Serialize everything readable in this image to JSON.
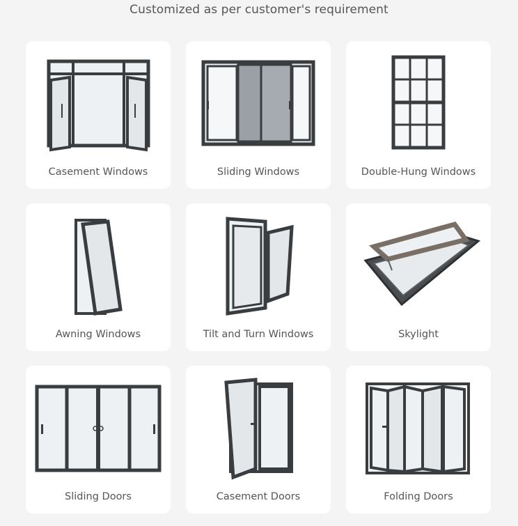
{
  "heading": "Customized as per customer's requirement",
  "products": [
    {
      "name": "Casement Windows",
      "icon": "casement-window-icon"
    },
    {
      "name": "Sliding Windows",
      "icon": "sliding-window-icon"
    },
    {
      "name": "Double-Hung Windows",
      "icon": "double-hung-window-icon"
    },
    {
      "name": "Awning Windows",
      "icon": "awning-window-icon"
    },
    {
      "name": "Tilt and Turn Windows",
      "icon": "tilt-turn-window-icon"
    },
    {
      "name": "Skylight",
      "icon": "skylight-icon"
    },
    {
      "name": "Sliding Doors",
      "icon": "sliding-door-icon"
    },
    {
      "name": "Casement Doors",
      "icon": "casement-door-icon"
    },
    {
      "name": "Folding Doors",
      "icon": "folding-door-icon"
    }
  ],
  "colors": {
    "frame": "#3a3d40",
    "glass": "#eef1f3",
    "card": "#ffffff",
    "background": "#f4f4f4"
  }
}
